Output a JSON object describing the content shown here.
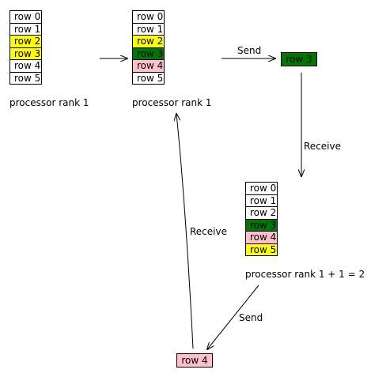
{
  "colors": {
    "white": "#ffffff",
    "yellow": "#ffff00",
    "green": "#007700",
    "pink": "#ffc0cb"
  },
  "stack1": {
    "rows": [
      {
        "label": "row 0",
        "color": "white"
      },
      {
        "label": "row 1",
        "color": "white"
      },
      {
        "label": "row 2",
        "color": "yellow"
      },
      {
        "label": "row 3",
        "color": "yellow"
      },
      {
        "label": "row 4",
        "color": "white"
      },
      {
        "label": "row 5",
        "color": "white"
      }
    ],
    "caption": "processor rank 1"
  },
  "stack2": {
    "rows": [
      {
        "label": "row 0",
        "color": "white"
      },
      {
        "label": "row 1",
        "color": "white"
      },
      {
        "label": "row 2",
        "color": "yellow"
      },
      {
        "label": "row 3",
        "color": "green"
      },
      {
        "label": "row 4",
        "color": "pink"
      },
      {
        "label": "row 5",
        "color": "white"
      }
    ],
    "caption": "processor rank 1"
  },
  "stack3": {
    "rows": [
      {
        "label": "row 0",
        "color": "white"
      },
      {
        "label": "row 1",
        "color": "white"
      },
      {
        "label": "row 2",
        "color": "white"
      },
      {
        "label": "row 3",
        "color": "green"
      },
      {
        "label": "row 4",
        "color": "pink"
      },
      {
        "label": "row 5",
        "color": "yellow"
      }
    ],
    "caption": "processor rank 1 + 1 = 2"
  },
  "sent_box": {
    "label": "row 3",
    "color": "green"
  },
  "received_box": {
    "label": "row 4",
    "color": "pink"
  },
  "labels": {
    "send_top": "Send",
    "receive_right": "Receive",
    "send_bottom": "Send",
    "receive_left": "Receive"
  }
}
